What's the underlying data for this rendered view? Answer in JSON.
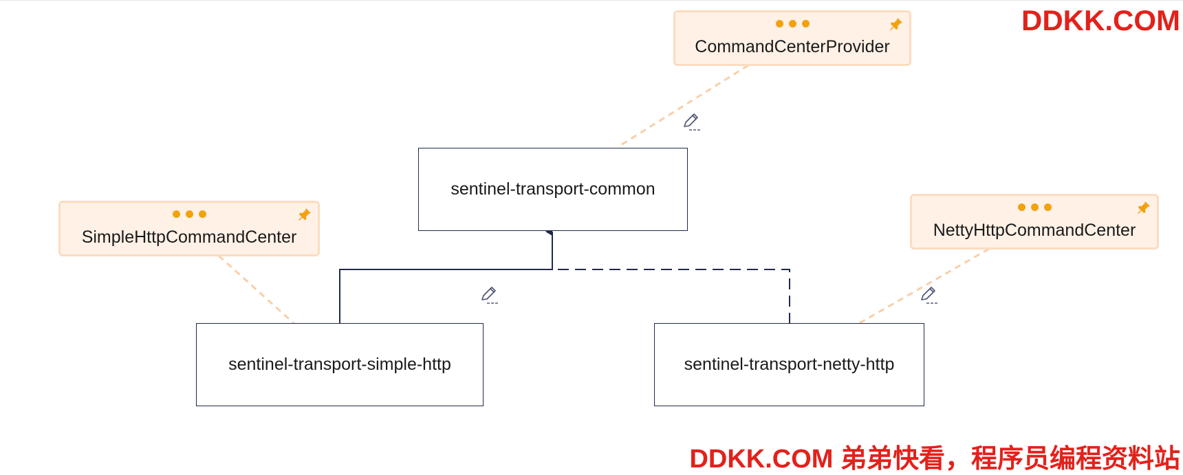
{
  "watermark": {
    "top": "DDKK.COM",
    "bottom": "DDKK.COM 弟弟快看，程序员编程资料站",
    "color": "#e3211b"
  },
  "modules": {
    "common": "sentinel-transport-common",
    "simple_http": "sentinel-transport-simple-http",
    "netty_http": "sentinel-transport-netty-http"
  },
  "notes": {
    "command_center_provider": "CommandCenterProvider",
    "simple_http_command_center": "SimpleHttpCommandCenter",
    "netty_http_command_center": "NettyHttpCommandCenter"
  },
  "icons": {
    "note_menu": "ellipsis-icon",
    "note_pin": "pushpin-icon",
    "edit": "pencil-edit-icon"
  },
  "colors": {
    "module_border": "#1f2a4a",
    "note_fill": "#fff1e6",
    "note_border": "#fbdcc0",
    "note_dot": "#f2a20f",
    "connector": "#1f2a4a",
    "note_link": "#f8cfa8"
  }
}
